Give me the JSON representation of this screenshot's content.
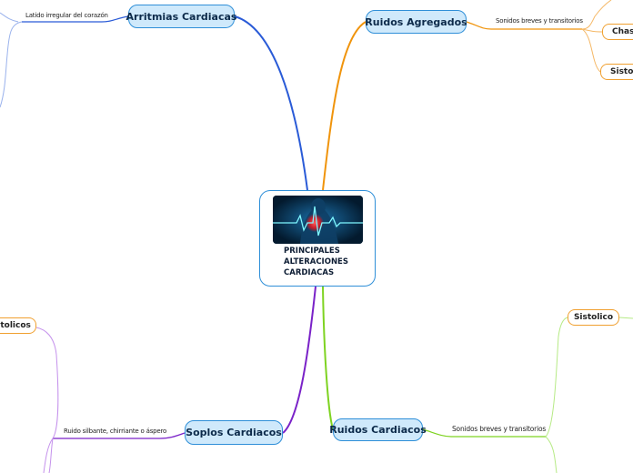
{
  "central": {
    "label_lines": [
      "PRINCIPALES",
      "ALTERACIONES",
      "CARDIACAS"
    ],
    "image": "heart-ecg-illustration"
  },
  "topics": {
    "arritmias": {
      "label": "Arritmias Cardiacas",
      "color": "#2a5bd7",
      "link_text": "Latido irregular del corazón"
    },
    "ruidos_agregados": {
      "label": "Ruidos Agregados",
      "color": "#f0940c",
      "link_text": "Sonidos breves y transitorios"
    },
    "soplos": {
      "label": "Soplos Cardiacos",
      "color": "#7a22c8",
      "link_text": "Ruido silbante, chirriante o áspero"
    },
    "ruidos_cardiacos": {
      "label": "Ruidos Cardiacos",
      "color": "#7ed321",
      "link_text": "Sonidos breves y transitorios"
    }
  },
  "subtopics": {
    "chasq": "Chasq",
    "sistole": "Sistole",
    "sistolicos": "stolicos",
    "sistolico": "Sistolico"
  },
  "colors": {
    "node_fill": "#cfe9fb",
    "node_border": "#2f8fd8",
    "subnode_border": "#f0a030"
  }
}
